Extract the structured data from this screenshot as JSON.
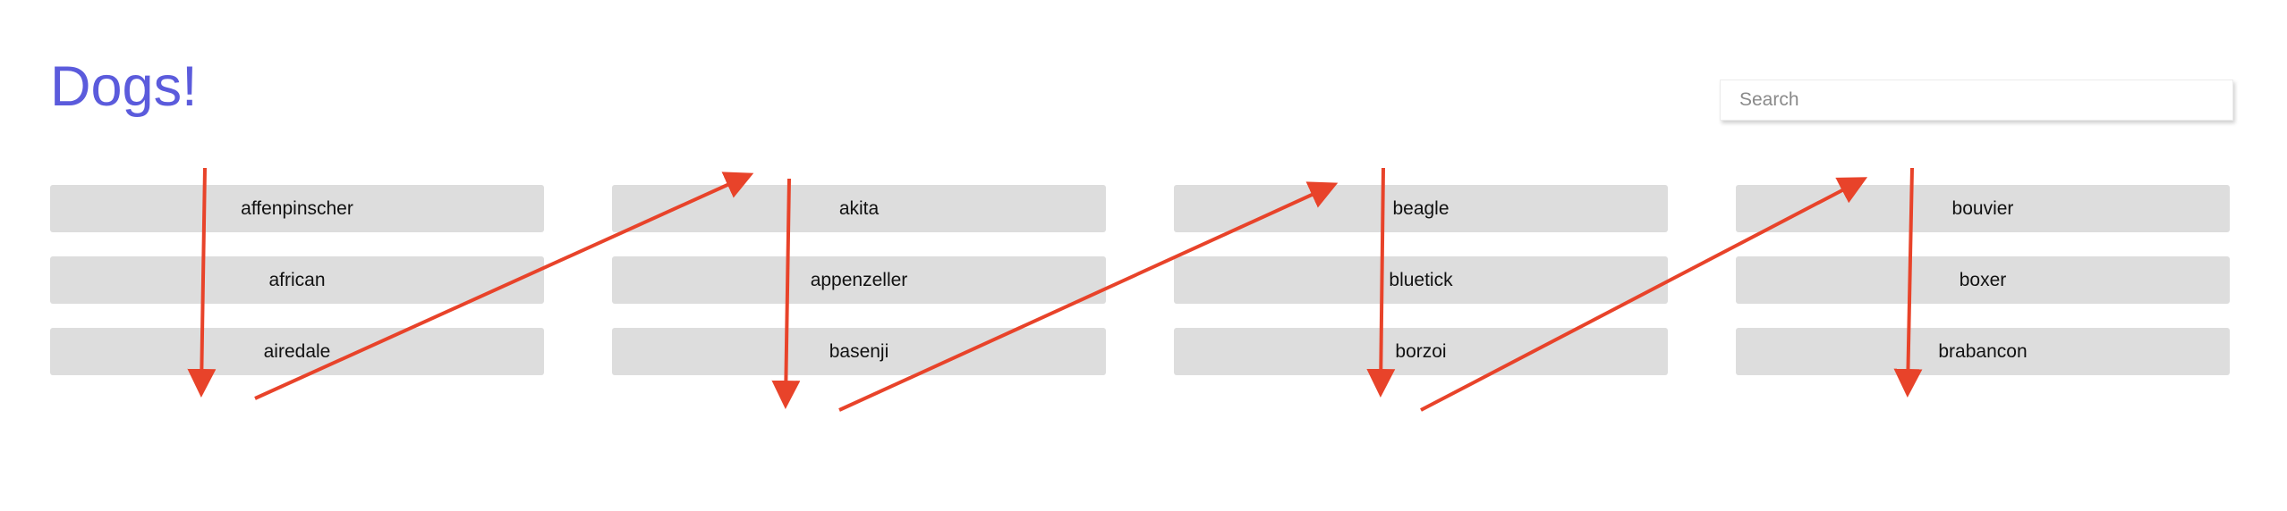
{
  "header": {
    "title": "Dogs!"
  },
  "search": {
    "placeholder": "Search",
    "value": ""
  },
  "breeds": [
    "affenpinscher",
    "akita",
    "beagle",
    "bouvier",
    "african",
    "appenzeller",
    "bluetick",
    "boxer",
    "airedale",
    "basenji",
    "borzoi",
    "brabancon"
  ],
  "annotation": {
    "arrow_color": "#e8432a"
  }
}
